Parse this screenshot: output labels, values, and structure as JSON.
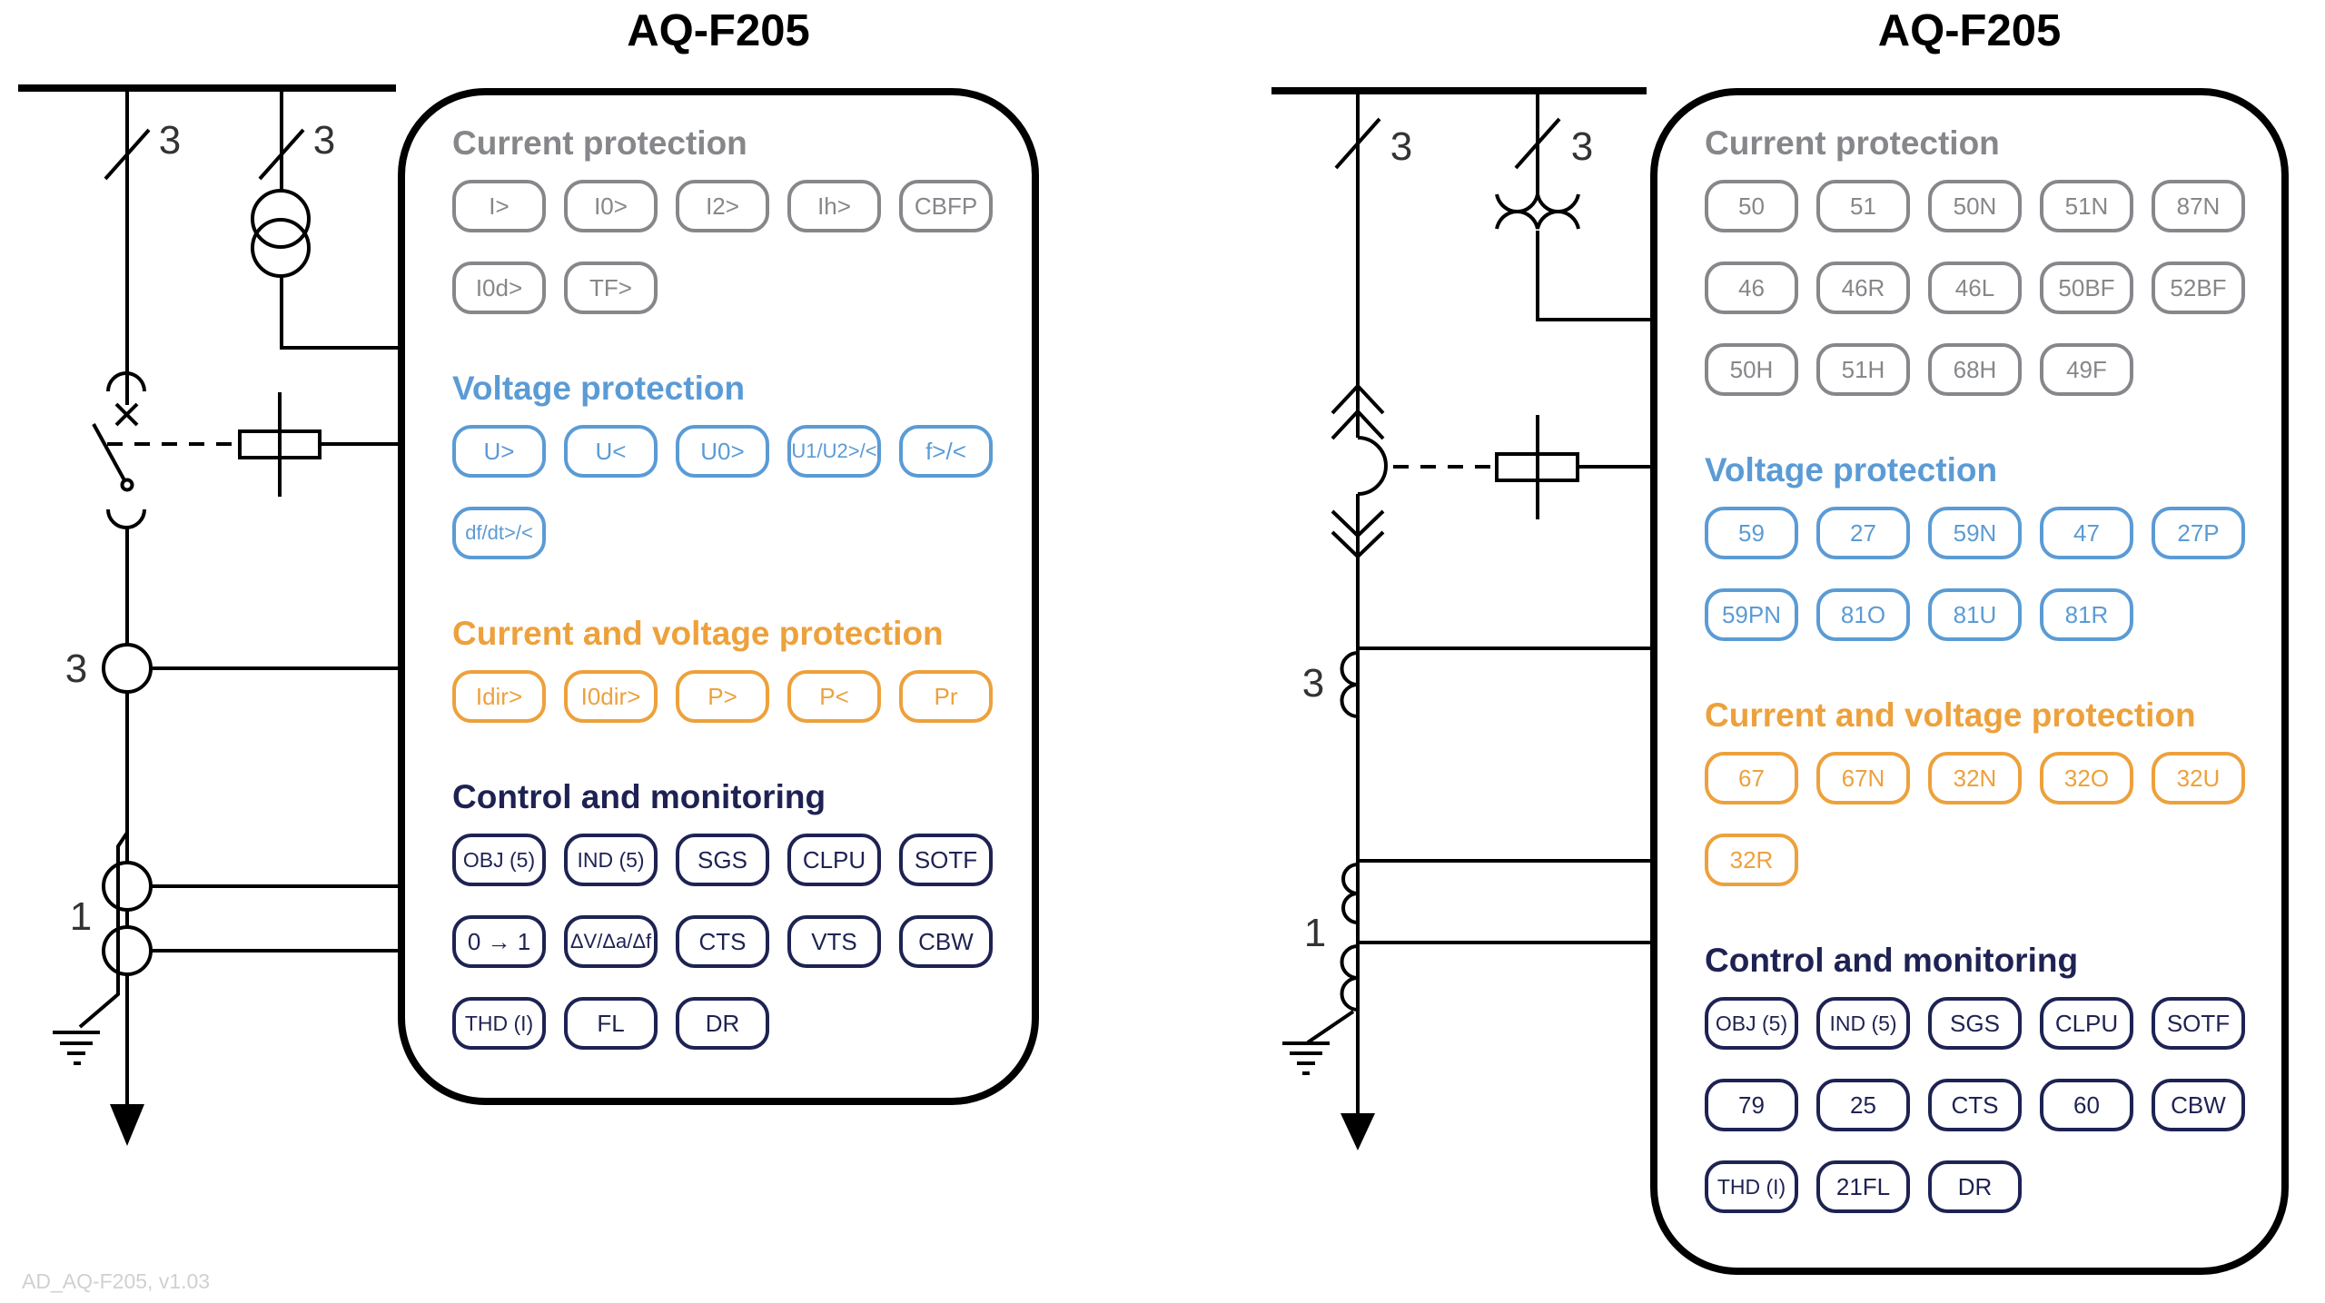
{
  "document": {
    "version_label": "AD_AQ-F205, v1.03"
  },
  "colors": {
    "current": "#85878a",
    "voltage": "#5b9bd5",
    "current_voltage": "#eda13c",
    "control": "#1e2253",
    "line": "#000000",
    "diagram_label": "#333333",
    "version": "#cfd0d2"
  },
  "panels": {
    "left": {
      "title": "AQ-F205",
      "sections": [
        {
          "id": "current-protection",
          "label": "Current protection",
          "color": "current",
          "rows": [
            [
              "I>",
              "I0>",
              "I2>",
              "Ih>",
              "CBFP"
            ],
            [
              "I0d>",
              "TF>"
            ]
          ]
        },
        {
          "id": "voltage-protection",
          "label": "Voltage protection",
          "color": "voltage",
          "rows": [
            [
              "U>",
              "U<",
              "U0>",
              "U1/U2>/<",
              "f>/<"
            ],
            [
              "df/dt>/<"
            ]
          ]
        },
        {
          "id": "current-voltage-protection",
          "label": "Current and voltage protection",
          "color": "current_voltage",
          "rows": [
            [
              "Idir>",
              "I0dir>",
              "P>",
              "P<",
              "Pr"
            ]
          ]
        },
        {
          "id": "control-monitoring",
          "label": "Control and monitoring",
          "color": "control",
          "rows": [
            [
              "OBJ (5)",
              "IND (5)",
              "SGS",
              "CLPU",
              "SOTF"
            ],
            [
              "0 → 1",
              "ΔV/Δa/Δf",
              "CTS",
              "VTS",
              "CBW"
            ],
            [
              "THD (I)",
              "FL",
              "DR"
            ]
          ]
        }
      ]
    },
    "right": {
      "title": "AQ-F205",
      "sections": [
        {
          "id": "current-protection",
          "label": "Current protection",
          "color": "current",
          "rows": [
            [
              "50",
              "51",
              "50N",
              "51N",
              "87N"
            ],
            [
              "46",
              "46R",
              "46L",
              "50BF",
              "52BF"
            ],
            [
              "50H",
              "51H",
              "68H",
              "49F"
            ]
          ]
        },
        {
          "id": "voltage-protection",
          "label": "Voltage protection",
          "color": "voltage",
          "rows": [
            [
              "59",
              "27",
              "59N",
              "47",
              "27P"
            ],
            [
              "59PN",
              "81O",
              "81U",
              "81R"
            ]
          ]
        },
        {
          "id": "current-voltage-protection",
          "label": "Current and voltage protection",
          "color": "current_voltage",
          "rows": [
            [
              "67",
              "67N",
              "32N",
              "32O",
              "32U"
            ],
            [
              "32R"
            ]
          ]
        },
        {
          "id": "control-monitoring",
          "label": "Control and monitoring",
          "color": "control",
          "rows": [
            [
              "OBJ (5)",
              "IND (5)",
              "SGS",
              "CLPU",
              "SOTF"
            ],
            [
              "79",
              "25",
              "CTS",
              "60",
              "CBW"
            ],
            [
              "THD (I)",
              "21FL",
              "DR"
            ]
          ]
        }
      ]
    },
    "button_small_font_threshold": 7
  },
  "diagrams": {
    "left": {
      "labels": {
        "disconnector_feeder": "3",
        "disconnector_vt": "3",
        "phase_ct": "3",
        "ring_ct": "1"
      }
    },
    "right": {
      "labels": {
        "disconnector_feeder": "3",
        "disconnector_vt": "3",
        "phase_ct": "3",
        "ring_ct": "1"
      }
    }
  }
}
